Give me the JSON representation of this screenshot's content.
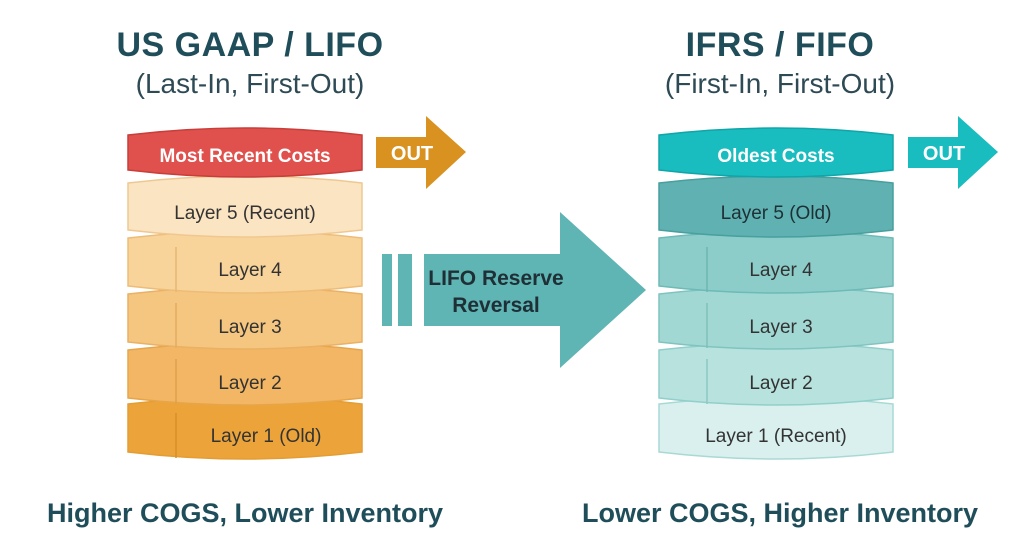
{
  "left": {
    "title": "US GAAP / LIFO",
    "subtitle": "(Last-In, First-Out)",
    "top_label": "Most Recent Costs",
    "out_label": "OUT",
    "layers": [
      "Layer 5 (Recent)",
      "Layer 4",
      "Layer 3",
      "Layer 2",
      "Layer 1 (Old)"
    ],
    "footer": "Higher COGS, Lower Inventory",
    "colors": {
      "top": "#e0504c",
      "layers": [
        "#fbe4c2",
        "#f8d39a",
        "#f5c67f",
        "#f2b664",
        "#eca43a"
      ],
      "arrow": "#d9911f"
    }
  },
  "right": {
    "title": "IFRS / FIFO",
    "subtitle": "(First-In, First-Out)",
    "top_label": "Oldest Costs",
    "out_label": "OUT",
    "layers": [
      "Layer 5 (Old)",
      "Layer 4",
      "Layer 3",
      "Layer 2",
      "Layer 1 (Recent)"
    ],
    "footer": "Lower COGS, Higher Inventory",
    "colors": {
      "top": "#19bcbf",
      "layers": [
        "#5fb2b1",
        "#8ccdca",
        "#a2d8d4",
        "#b8e2de",
        "#d9f0ee"
      ],
      "arrow": "#19bcbf"
    }
  },
  "middle_arrow": {
    "line1": "LIFO Reserve",
    "line2": "Reversal",
    "color": "#5fb4b4"
  }
}
